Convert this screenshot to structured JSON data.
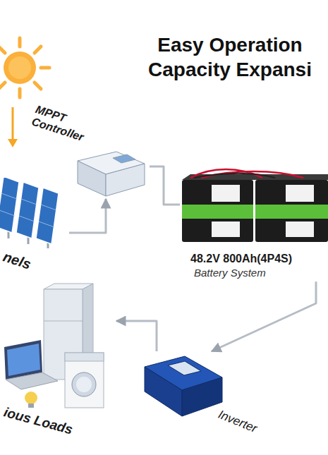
{
  "diagram": {
    "title": "Easy Operation Capacity Expansi",
    "nodes": [
      {
        "text": [
          "MPPT Controller"
        ]
      },
      {
        "text": [
          "nels"
        ]
      },
      {
        "text": [
          "48.2V 800Ah(4P4S)",
          "Battery System"
        ]
      },
      {
        "text": [
          "ious Loads"
        ]
      },
      {
        "text": [
          "Inverter"
        ]
      }
    ],
    "edges": [
      {
        "from": 1,
        "to": 0,
        "arrow": "to"
      },
      {
        "from": 0,
        "to": 2,
        "arrow": "none"
      },
      {
        "from": 2,
        "to": 4,
        "arrow": "to"
      },
      {
        "from": 4,
        "to": 3,
        "arrow": "to"
      }
    ]
  }
}
